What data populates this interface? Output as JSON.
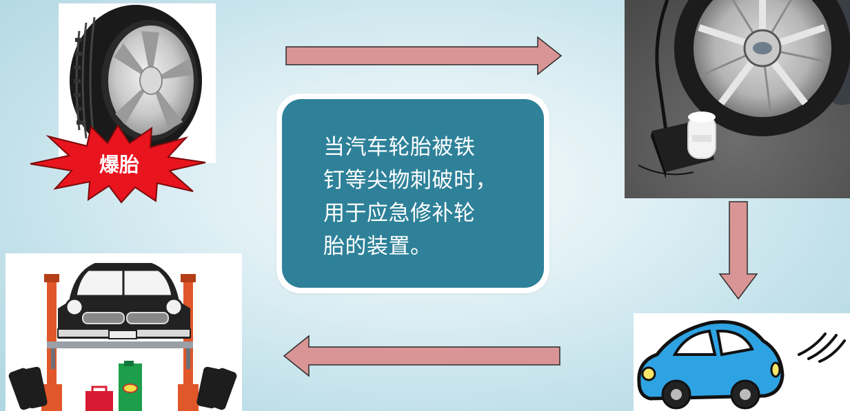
{
  "tire_panel": {
    "badge_text": "爆胎",
    "badge_color": "#e8141e"
  },
  "center_box": {
    "lines": [
      "当汽车轮胎被铁",
      "钉等尖物刺破时，",
      "用于应急修补轮",
      "胎的装置。"
    ],
    "fill_color": "#2e8199"
  },
  "arrows": {
    "fill_color": "#d99595",
    "items": [
      {
        "id": "arrow-right",
        "direction": "right"
      },
      {
        "id": "arrow-down",
        "direction": "down"
      },
      {
        "id": "arrow-left",
        "direction": "left"
      }
    ]
  },
  "images": {
    "photo": "tire-repair-kit-photo",
    "garage": "car-on-lift-illustration",
    "car": "blue-cartoon-car-illustration"
  }
}
